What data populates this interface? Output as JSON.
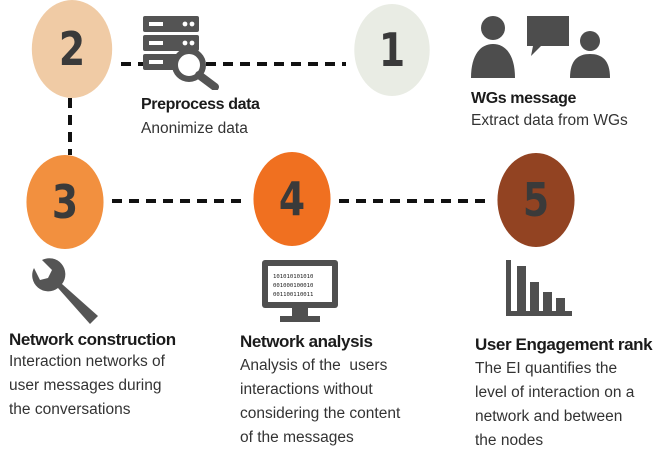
{
  "steps": [
    {
      "number": "1",
      "title": "WGs message",
      "description": [
        "Extract data from WGs"
      ],
      "color": "#e9ece4"
    },
    {
      "number": "2",
      "title": "Preprocess data",
      "description": [
        "Anonimize data"
      ],
      "color": "#f0cba5"
    },
    {
      "number": "3",
      "title": "Network construction",
      "description": [
        "Interaction networks of",
        "user messages during",
        "the conversations"
      ],
      "color": "#f2903f"
    },
    {
      "number": "4",
      "title": "Network analysis",
      "description": [
        "Analysis of the  users",
        "interactions without",
        "considering the content",
        "of the messages"
      ],
      "color": "#f07020"
    },
    {
      "number": "5",
      "title": "User Engagement rank",
      "description": [
        "The EI quantifies the",
        "level of interaction on a",
        "network and between",
        "the nodes"
      ],
      "color": "#924322"
    }
  ],
  "binary_screen": [
    "101010101010",
    "001000100010",
    "001100110011"
  ],
  "icons": {
    "step1": "people-chat-icon",
    "step2": "server-search-icon",
    "step3": "wrench-icon",
    "step4": "monitor-binary-icon",
    "step5": "bar-chart-icon"
  }
}
